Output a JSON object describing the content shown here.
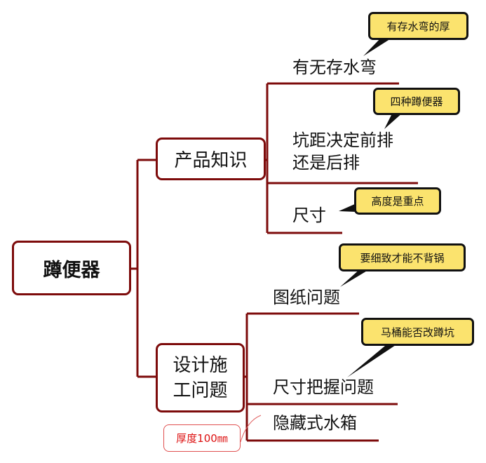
{
  "root": {
    "label": "蹲便器"
  },
  "branches": [
    {
      "label": "产品知识",
      "children": [
        {
          "label": "有无存水弯",
          "callout": "有存水弯的厚"
        },
        {
          "label_lines": [
            "坑距决定前排",
            "还是后排"
          ],
          "callout": "四种蹲便器"
        },
        {
          "label": "尺寸",
          "callout": "高度是重点"
        }
      ]
    },
    {
      "label_lines": [
        "设计施",
        "工问题"
      ],
      "children": [
        {
          "label": "图纸问题",
          "callout": "要细致才能不背锅"
        },
        {
          "label": "尺寸把握问题",
          "callout": "马桶能否改蹲坑"
        },
        {
          "label": "隐藏式水箱"
        }
      ],
      "note": "厚度100㎜"
    }
  ],
  "colors": {
    "line": "#7d0b0b",
    "callout_fill": "#fbe36e",
    "note": "#dd1111"
  }
}
